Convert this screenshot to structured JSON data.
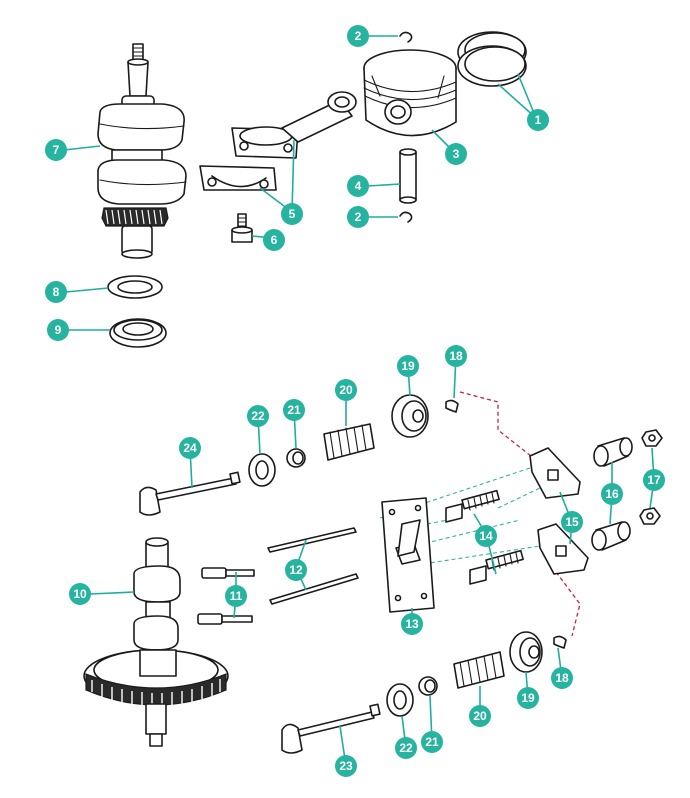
{
  "colors": {
    "callout": "#26b39f",
    "leader": "#1fae9c",
    "guide_teal": "#35b2a0",
    "guide_red": "#c0263a",
    "line": "#1a1a1a"
  },
  "callouts": [
    {
      "id": "c1",
      "label": "1",
      "part": "piston-rings"
    },
    {
      "id": "c2a",
      "label": "2",
      "part": "piston-pin-clip-upper"
    },
    {
      "id": "c2b",
      "label": "2",
      "part": "piston-pin-clip-lower"
    },
    {
      "id": "c3",
      "label": "3",
      "part": "piston"
    },
    {
      "id": "c4",
      "label": "4",
      "part": "piston-pin"
    },
    {
      "id": "c5",
      "label": "5",
      "part": "connecting-rod"
    },
    {
      "id": "c6",
      "label": "6",
      "part": "connecting-rod-bolt"
    },
    {
      "id": "c7",
      "label": "7",
      "part": "crankshaft"
    },
    {
      "id": "c8",
      "label": "8",
      "part": "washer"
    },
    {
      "id": "c9",
      "label": "9",
      "part": "oil-seal"
    },
    {
      "id": "c10",
      "label": "10",
      "part": "camshaft"
    },
    {
      "id": "c11",
      "label": "11",
      "part": "valve-lifters"
    },
    {
      "id": "c12",
      "label": "12",
      "part": "push-rods"
    },
    {
      "id": "c13",
      "label": "13",
      "part": "push-rod-guide-plate"
    },
    {
      "id": "c14",
      "label": "14",
      "part": "rocker-arm-pivot-studs"
    },
    {
      "id": "c15",
      "label": "15",
      "part": "rocker-arms"
    },
    {
      "id": "c16",
      "label": "16",
      "part": "rocker-arm-pivots"
    },
    {
      "id": "c17",
      "label": "17",
      "part": "lock-nuts"
    },
    {
      "id": "c18a",
      "label": "18",
      "part": "valve-keeper-upper"
    },
    {
      "id": "c18b",
      "label": "18",
      "part": "valve-keeper-lower"
    },
    {
      "id": "c19a",
      "label": "19",
      "part": "valve-spring-retainer-upper"
    },
    {
      "id": "c19b",
      "label": "19",
      "part": "valve-spring-retainer-lower"
    },
    {
      "id": "c20a",
      "label": "20",
      "part": "valve-spring-upper"
    },
    {
      "id": "c20b",
      "label": "20",
      "part": "valve-spring-lower"
    },
    {
      "id": "c21a",
      "label": "21",
      "part": "valve-stem-seal-upper"
    },
    {
      "id": "c21b",
      "label": "21",
      "part": "valve-stem-seal-lower"
    },
    {
      "id": "c22a",
      "label": "22",
      "part": "valve-washer-upper"
    },
    {
      "id": "c22b",
      "label": "22",
      "part": "valve-washer-lower"
    },
    {
      "id": "c23",
      "label": "23",
      "part": "exhaust-valve"
    },
    {
      "id": "c24",
      "label": "24",
      "part": "intake-valve"
    }
  ]
}
